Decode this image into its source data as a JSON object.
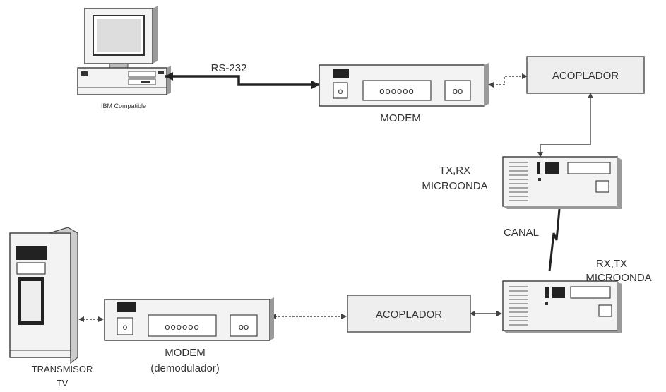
{
  "labels": {
    "ibm": "IBM Compatible",
    "rs232": "RS-232",
    "modem_top": "MODEM",
    "acoplador_top": "ACOPLADOR",
    "txrx_line1": "TX,RX",
    "txrx_line2": "MICROONDA",
    "canal": "CANAL",
    "rxtx_line1": "RX,TX",
    "rxtx_line2": "MICROONDA",
    "acoplador_bottom": "ACOPLADOR",
    "modem_bottom_line1": "MODEM",
    "modem_bottom_line2": "(demodulador)",
    "transmisor_line1": "TRANSMISOR",
    "transmisor_line2": "TV",
    "modem_top_leds": "oooooo",
    "modem_top_oo": "oo",
    "modem_top_o": "o",
    "modem_bottom_leds": "oooooo",
    "modem_bottom_oo": "oo",
    "modem_bottom_o": "o"
  },
  "colors": {
    "line": "#444444",
    "box_fill": "#eeeeee",
    "text": "#333333"
  }
}
